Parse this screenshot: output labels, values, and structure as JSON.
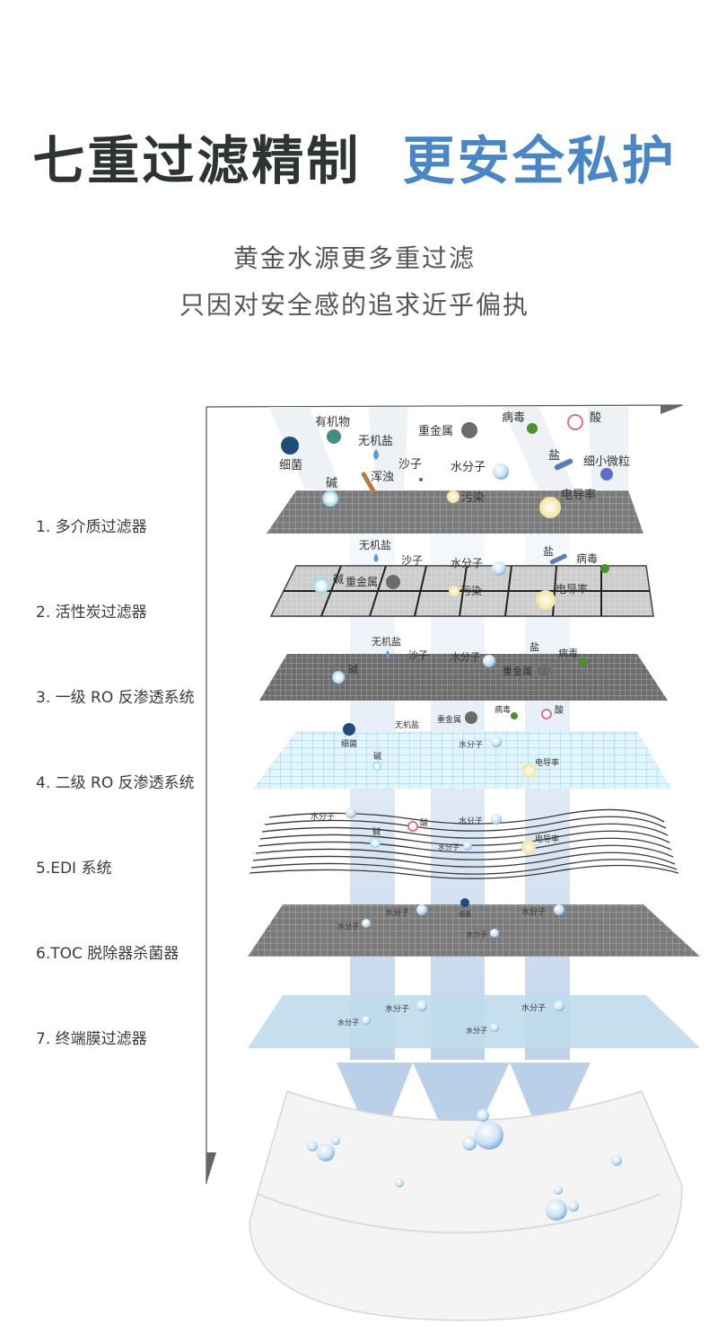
{
  "header": {
    "title_part1": "七重过滤精制",
    "title_part2": "更安全私护",
    "subtitle_line1": "黄金水源更多重过滤",
    "subtitle_line2": "只因对安全感的追求近乎偏执"
  },
  "stages": [
    {
      "label": "1. 多介质过滤器"
    },
    {
      "label": "2. 活性炭过滤器"
    },
    {
      "label": "3. 一级 RO 反渗透系统"
    },
    {
      "label": "4. 二级 RO 反渗透系统"
    },
    {
      "label": "5.EDI 系统"
    },
    {
      "label": "6.TOC 脱除器杀菌器"
    },
    {
      "label": "7. 终端膜过滤器"
    }
  ],
  "particles": {
    "organic": "有机物",
    "bacteria": "细菌",
    "inorganic_salt": "无机盐",
    "heavy_metal": "重金属",
    "virus": "病毒",
    "acid": "酸",
    "sand": "沙子",
    "water_molecule": "水分子",
    "salt": "盐",
    "fine_particle": "细小微粒",
    "alkali": "碱",
    "turbid": "浑浊",
    "pollution": "污染",
    "conductivity": "电导率"
  },
  "colors": {
    "title_dark": "#2e3431",
    "title_blue": "#4a86c6",
    "arrow_blue": "#a9c4e2",
    "membrane_blue": "#bfdcec"
  }
}
